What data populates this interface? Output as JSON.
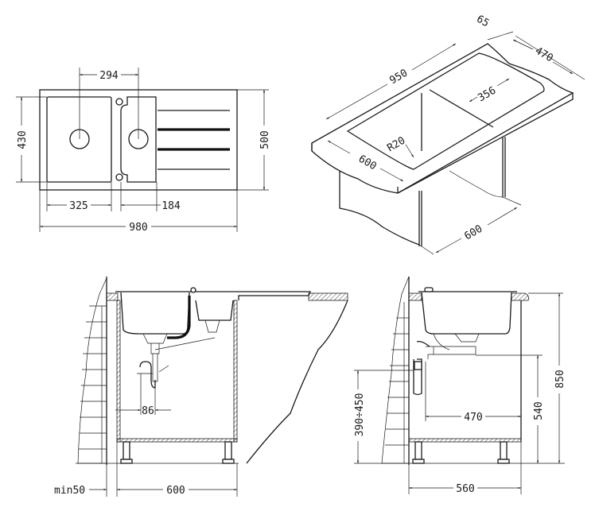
{
  "top_view": {
    "dim_drain_spacing": "294",
    "dim_bowl_depth": "430",
    "dim_total_depth": "500",
    "dim_main_bowl_width": "325",
    "dim_small_bowl_width": "184",
    "dim_total_width": "980"
  },
  "iso_view": {
    "dim_rim": "65",
    "dim_cutout_width": "950",
    "dim_depth": "470",
    "dim_bowl": "356",
    "dim_radius": "R20",
    "dim_counter_depth": "600",
    "dim_cabinet_width": "600"
  },
  "front_section": {
    "dim_wall_gap": "min50",
    "dim_cabinet_width": "600",
    "dim_siphon_offset": "86"
  },
  "side_section": {
    "dim_outlet_height": "390÷450",
    "dim_outlet_distance": "470",
    "dim_cabinet_height": "540",
    "dim_total_height": "850",
    "dim_cabinet_depth": "560"
  }
}
